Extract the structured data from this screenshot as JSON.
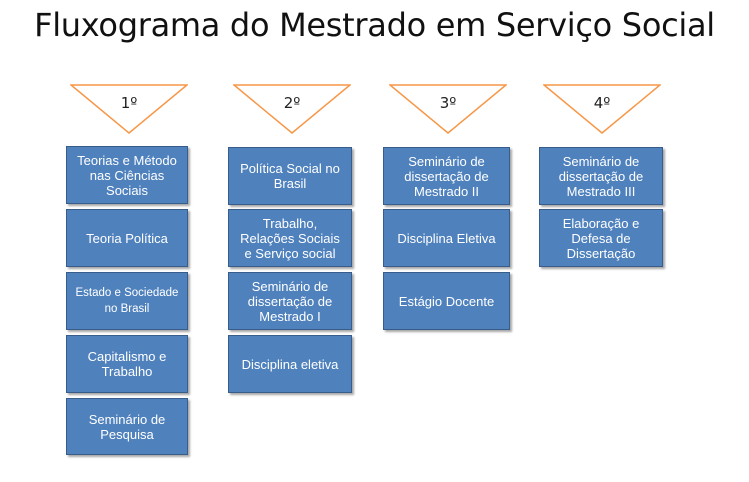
{
  "title": "Fluxograma do Mestrado em Serviço Social",
  "colors": {
    "box_fill": "#4f81bd",
    "box_border": "#385d8a",
    "triangle_fill": "#ffffff",
    "triangle_stroke": "#f79646"
  },
  "semesters": [
    {
      "label": "1º",
      "courses": [
        "Teorias e Método nas Ciências Sociais",
        "Teoria Política",
        "Estado e Sociedade no Brasil",
        "Capitalismo e Trabalho",
        "Seminário de Pesquisa"
      ]
    },
    {
      "label": "2º",
      "courses": [
        "Política Social no Brasil",
        "Trabalho, Relações Sociais e Serviço social",
        "Seminário de dissertação de Mestrado I",
        "Disciplina eletiva"
      ]
    },
    {
      "label": "3º",
      "courses": [
        "Seminário de dissertação de Mestrado II",
        "Disciplina Eletiva",
        "Estágio Docente"
      ]
    },
    {
      "label": "4º",
      "courses": [
        "Seminário de dissertação de Mestrado III",
        "Elaboração e Defesa de Dissertação"
      ]
    }
  ]
}
